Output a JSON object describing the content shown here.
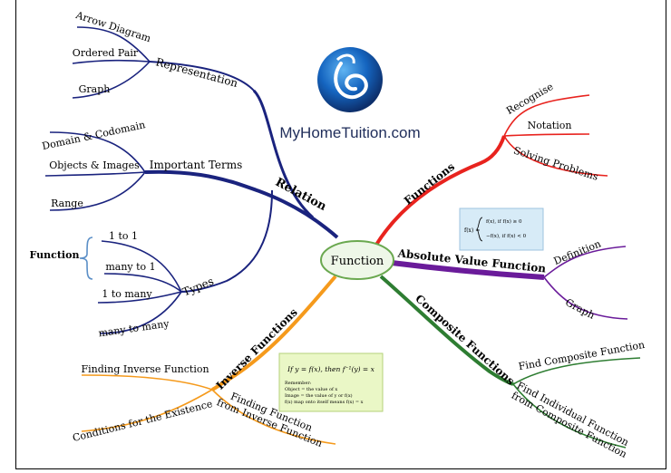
{
  "brand": {
    "name": "MyHomeTuition.com"
  },
  "center": {
    "label": "Function"
  },
  "branches": {
    "relation": {
      "label": "Relation",
      "representation": {
        "label": "Representation",
        "items": [
          "Arrow Diagram",
          "Ordered Pair",
          "Graph"
        ]
      },
      "important_terms": {
        "label": "Important Terms",
        "items": [
          "Domain & Codomain",
          "Objects & Images",
          "Range"
        ]
      },
      "types": {
        "label": "Types",
        "items": [
          "1 to 1",
          "many to 1",
          "1 to many",
          "many to many"
        ],
        "function_label": "Function"
      }
    },
    "functions": {
      "label": "Functions",
      "items": [
        "Recognise",
        "Notation",
        "Solving Problems"
      ]
    },
    "absolute_value": {
      "label": "Absolute Value Function",
      "items": [
        "Definition",
        "Graph"
      ]
    },
    "composite": {
      "label": "Composite Functions",
      "items": [
        "Find Composite Function",
        "Find Individual Function",
        "from Composite Function"
      ]
    },
    "inverse": {
      "label": "Inverse Functions",
      "items": [
        "Finding Inverse Function",
        "Conditions for the Existence",
        "Finding Function",
        "from Inverse Function"
      ]
    }
  },
  "notes": {
    "abs_box": {
      "lhs": "f(x) =",
      "case1": "f(x), if f(x) ≥ 0",
      "case2": "−f(x), if f(x) < 0"
    },
    "inverse_box": {
      "formula": "If y = f(x), then f⁻¹(y) = x",
      "lines": [
        "Remember:",
        "Object = the value of x",
        "Image = the value of y or f(x)",
        "f(x) map onto itself means f(x) = x"
      ]
    }
  },
  "colors": {
    "relation": "#1a237e",
    "functions": "#e8231e",
    "absolute_value": "#6a1b9a",
    "composite": "#2e7d32",
    "inverse": "#f59a1c",
    "center_fill": "#eef7e8",
    "center_stroke": "#6aa84f",
    "abs_box_fill": "#d7ebf7",
    "inverse_box_fill": "#eaf7c6"
  }
}
